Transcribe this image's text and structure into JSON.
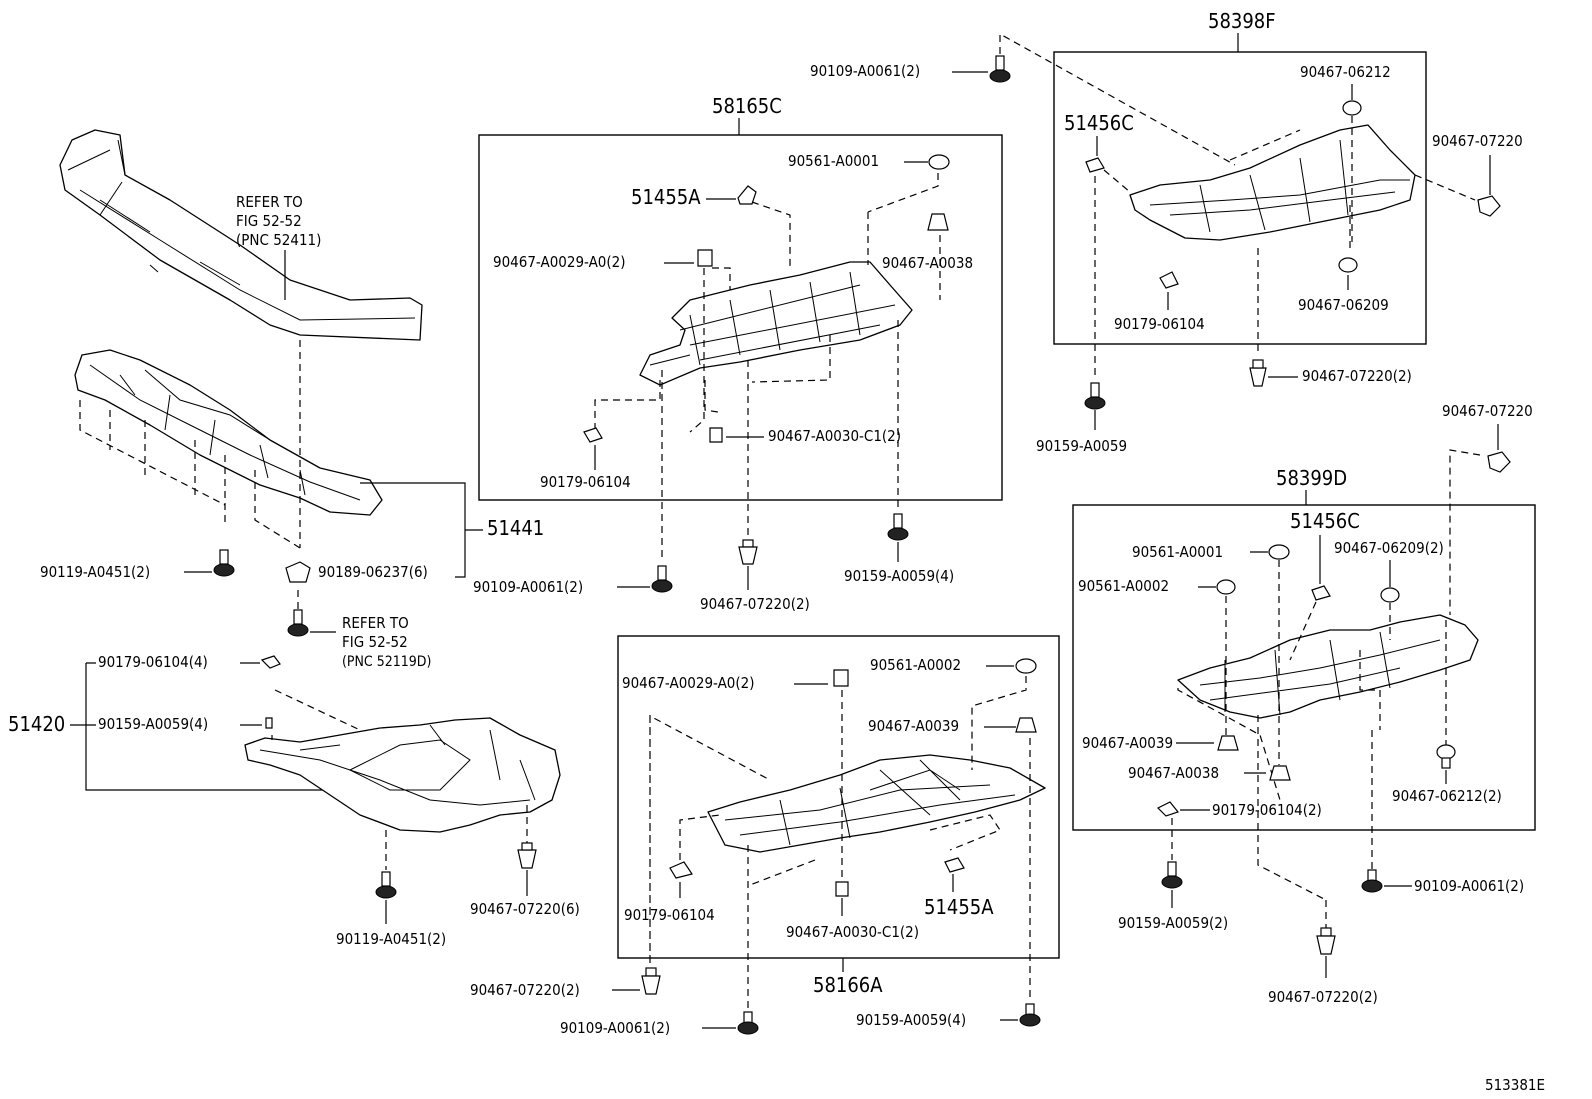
{
  "figure_id": "513381E",
  "groups": {
    "g58165C": "58165C",
    "g58398F": "58398F",
    "g58399D": "58399D",
    "g58166A": "58166A",
    "g51441": "51441",
    "g51420": "51420"
  },
  "refs": {
    "bumper": {
      "line1": "REFER TO",
      "line2": "FIG 52-52",
      "line3": "(PNC 52411)"
    },
    "bracket": {
      "line1": "REFER TO",
      "line2": "FIG 52-52",
      "line3": "(PNC 52119D)"
    }
  },
  "labels": {
    "a01": "90119-A0451(2)",
    "a02": "90189-06237(6)",
    "a03": "90179-06104(4)",
    "a04": "90159-A0059(4)",
    "a05": "90467-07220(6)",
    "a06": "90119-A0451(2)",
    "b01": "90561-A0001",
    "b02": "51455A",
    "b03": "90467-A0029-A0(2)",
    "b04": "90467-A0038",
    "b05": "90467-A0030-C1(2)",
    "b06": "90179-06104",
    "b07": "90109-A0061(2)",
    "b08": "90467-07220(2)",
    "b09": "90159-A0059(4)",
    "c01": "90109-A0061(2)",
    "c02": "90467-06212",
    "c03": "51456C",
    "c04": "90467-07220",
    "c05": "90179-06104",
    "c06": "90467-06209",
    "c07": "90467-07220(2)",
    "c08": "90159-A0059",
    "d01": "90467-07220",
    "d02": "51456C",
    "d03": "90561-A0001",
    "d04": "90467-06209(2)",
    "d05": "90561-A0002",
    "d06": "90467-A0039",
    "d07": "90467-A0038",
    "d08": "90179-06104(2)",
    "d09": "90467-06212(2)",
    "d10": "90109-A0061(2)",
    "d11": "90159-A0059(2)",
    "d12": "90467-07220(2)",
    "e01": "90561-A0002",
    "e02": "90467-A0029-A0(2)",
    "e03": "90467-A0039",
    "e04": "90179-06104",
    "e05": "51455A",
    "e06": "90467-A0030-C1(2)",
    "e07": "90467-07220(2)",
    "e08": "90109-A0061(2)",
    "e09": "90159-A0059(4)"
  }
}
